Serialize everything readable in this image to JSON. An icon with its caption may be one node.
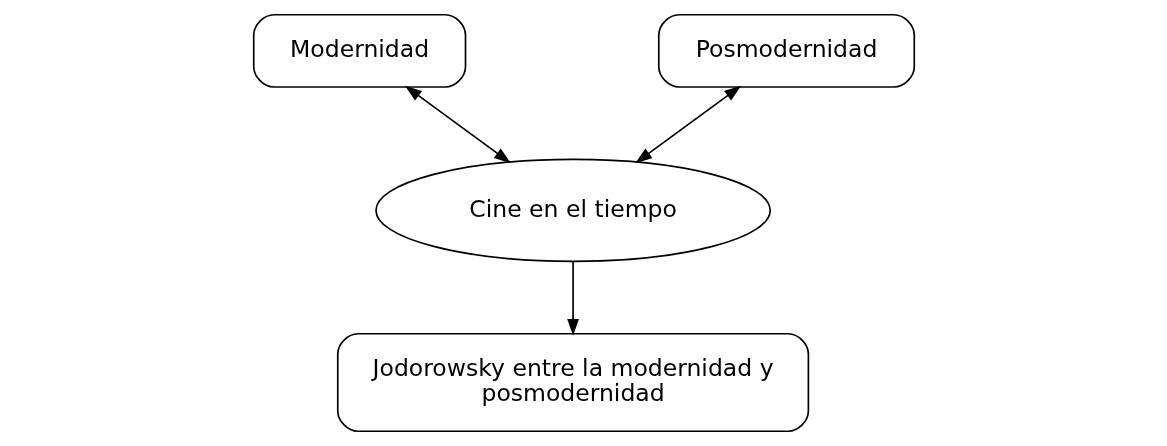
{
  "diagram": {
    "nodes": [
      {
        "text": [
          "Modernidad"
        ]
      },
      {
        "text": [
          "Posmodernidad"
        ]
      },
      {
        "text": [
          "Cine en el tiempo"
        ]
      },
      {
        "text": [
          "Jodorowsky entre la modernidad y posmodernidad"
        ]
      }
    ],
    "edges": [
      {
        "from": 0,
        "to": 2,
        "arrow": "both"
      },
      {
        "from": 1,
        "to": 2,
        "arrow": "both"
      },
      {
        "from": 2,
        "to": 3,
        "arrow": "to"
      }
    ]
  }
}
